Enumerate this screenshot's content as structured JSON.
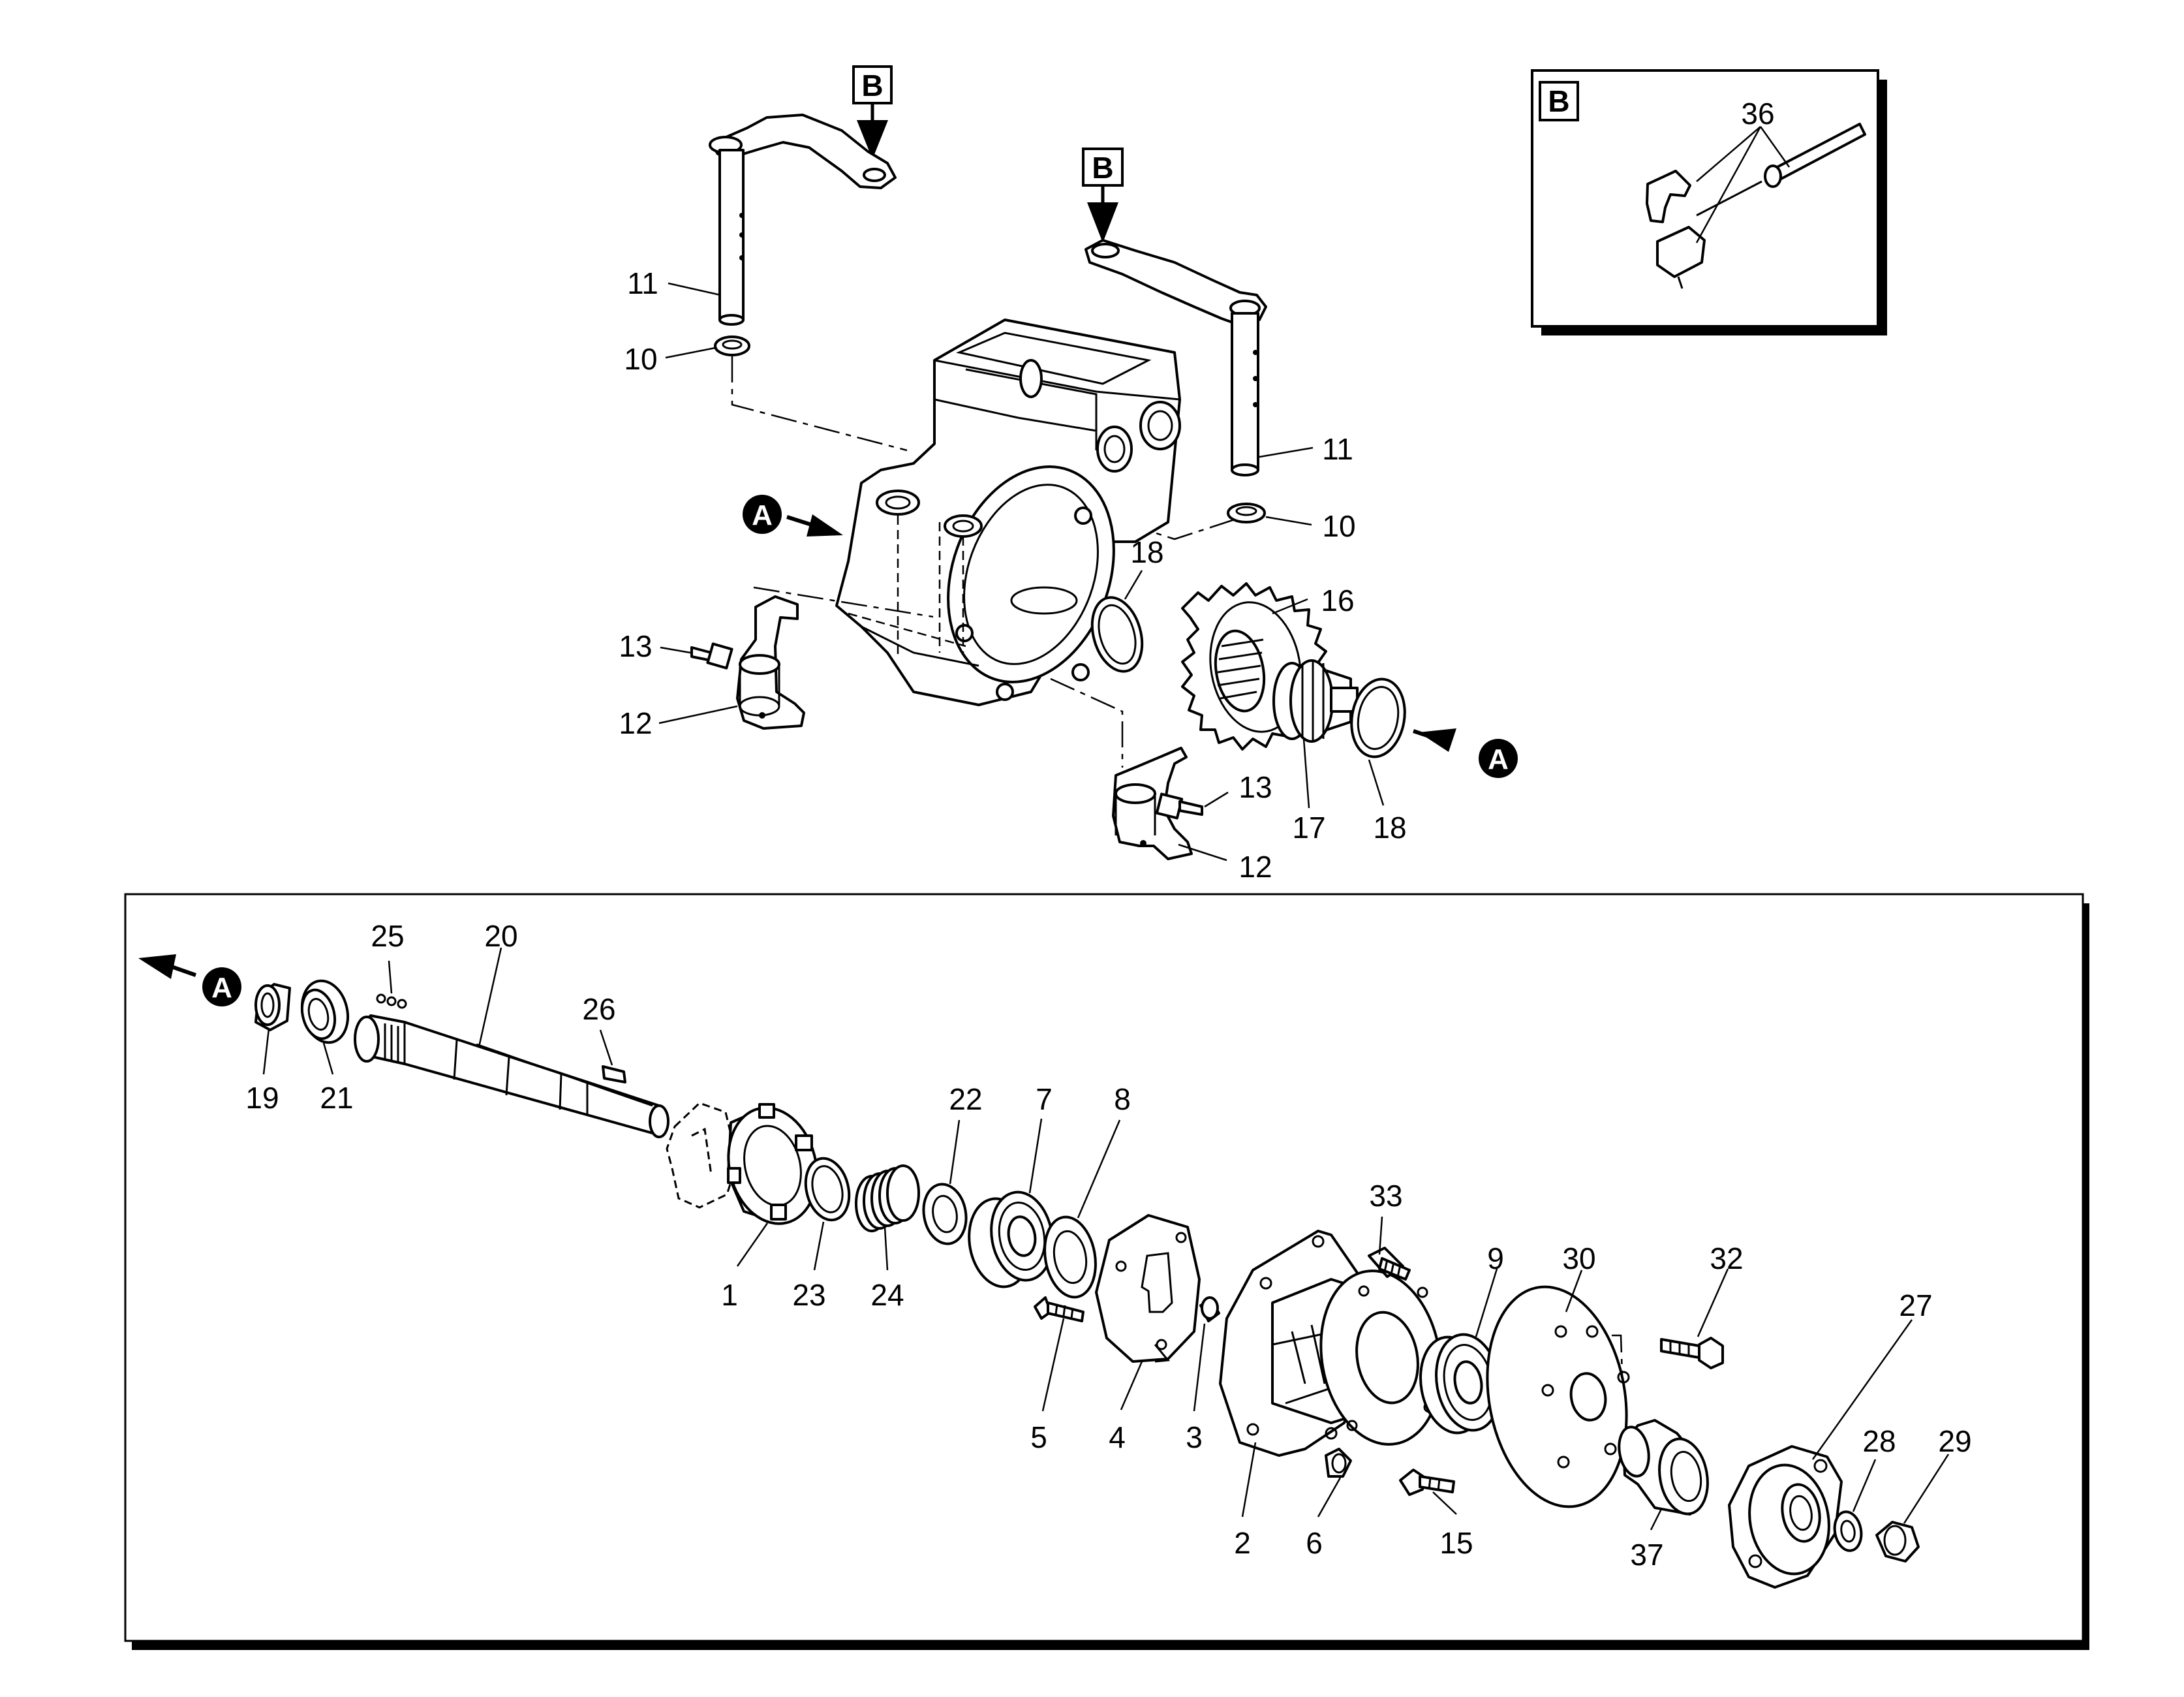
{
  "view_labels": {
    "b_top_left": "B",
    "b_top_right": "B",
    "b_detail": "B",
    "a_left": "A",
    "a_right": "A",
    "a_lower": "A"
  },
  "callouts": {
    "c11_left": "11",
    "c10_left": "10",
    "c11_right": "11",
    "c10_right": "10",
    "c13_left": "13",
    "c12_left": "12",
    "c13_right": "13",
    "c12_right": "12",
    "c18_top": "18",
    "c16": "16",
    "c17": "17",
    "c18_bottom": "18",
    "c36": "36",
    "c25": "25",
    "c20": "20",
    "c26": "26",
    "c19": "19",
    "c21": "21",
    "c22": "22",
    "c7": "7",
    "c8": "8",
    "c1": "1",
    "c23": "23",
    "c24": "24",
    "c5": "5",
    "c4": "4",
    "c3": "3",
    "c33": "33",
    "c9": "9",
    "c30": "30",
    "c32": "32",
    "c27": "27",
    "c2": "2",
    "c6": "6",
    "c15": "15",
    "c37": "37",
    "c28": "28",
    "c29": "29"
  }
}
